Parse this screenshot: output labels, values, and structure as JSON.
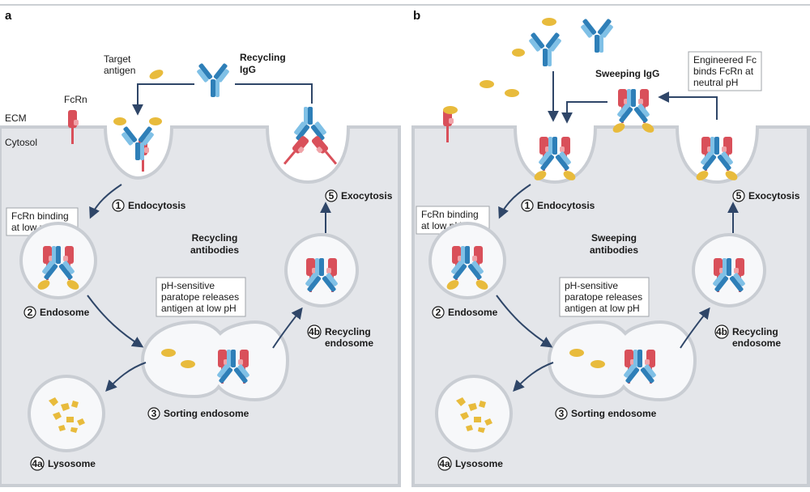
{
  "panel_a": {
    "letter": "a",
    "recycling_igg": [
      "Recycling",
      "IgG"
    ],
    "target_antigen": [
      "Target",
      "antigen"
    ],
    "fcrn": "FcRn",
    "ecm": "ECM",
    "cytosol": "Cytosol",
    "center_title": [
      "Recycling",
      "antibodies"
    ],
    "box_fcrn_binding": [
      "FcRn binding",
      "at low pH"
    ],
    "box_ph_sensitive": [
      "pH-sensitive",
      "paratope releases",
      "antigen at low pH"
    ],
    "steps": {
      "s1": {
        "num": "1",
        "label": "Endocytosis"
      },
      "s2": {
        "num": "2",
        "label": "Endosome"
      },
      "s3": {
        "num": "3",
        "label": "Sorting endosome"
      },
      "s4a": {
        "num": "4a",
        "label": "Lysosome"
      },
      "s4b": {
        "num": "4b",
        "label": [
          "Recycling",
          "endosome"
        ]
      },
      "s5": {
        "num": "5",
        "label": "Exocytosis"
      }
    }
  },
  "panel_b": {
    "letter": "b",
    "sweeping_igg": "Sweeping IgG",
    "engineered_box": [
      "Engineered Fc",
      "binds FcRn at",
      "neutral pH"
    ],
    "center_title": [
      "Sweeping",
      "antibodies"
    ],
    "box_fcrn_binding": [
      "FcRn binding",
      "at low pH"
    ],
    "box_ph_sensitive": [
      "pH-sensitive",
      "paratope releases",
      "antigen at low pH"
    ],
    "steps": {
      "s1": {
        "num": "1",
        "label": "Endocytosis"
      },
      "s2": {
        "num": "2",
        "label": "Endosome"
      },
      "s3": {
        "num": "3",
        "label": "Sorting endosome"
      },
      "s4a": {
        "num": "4a",
        "label": "Lysosome"
      },
      "s4b": {
        "num": "4b",
        "label": [
          "Recycling",
          "endosome"
        ]
      },
      "s5": {
        "num": "5",
        "label": "Exocytosis"
      }
    }
  },
  "colors": {
    "cytosol": "#e4e6ea",
    "membrane": "#c9cdd3",
    "fcrn": "#d9505a",
    "fcrn_light": "#f0a3a8",
    "igg_dark": "#2e7fb8",
    "igg_light": "#7fc0e6",
    "antigen": "#e8bb3c",
    "arrow": "#2f4668",
    "vesicle": "#f7f8fa"
  }
}
